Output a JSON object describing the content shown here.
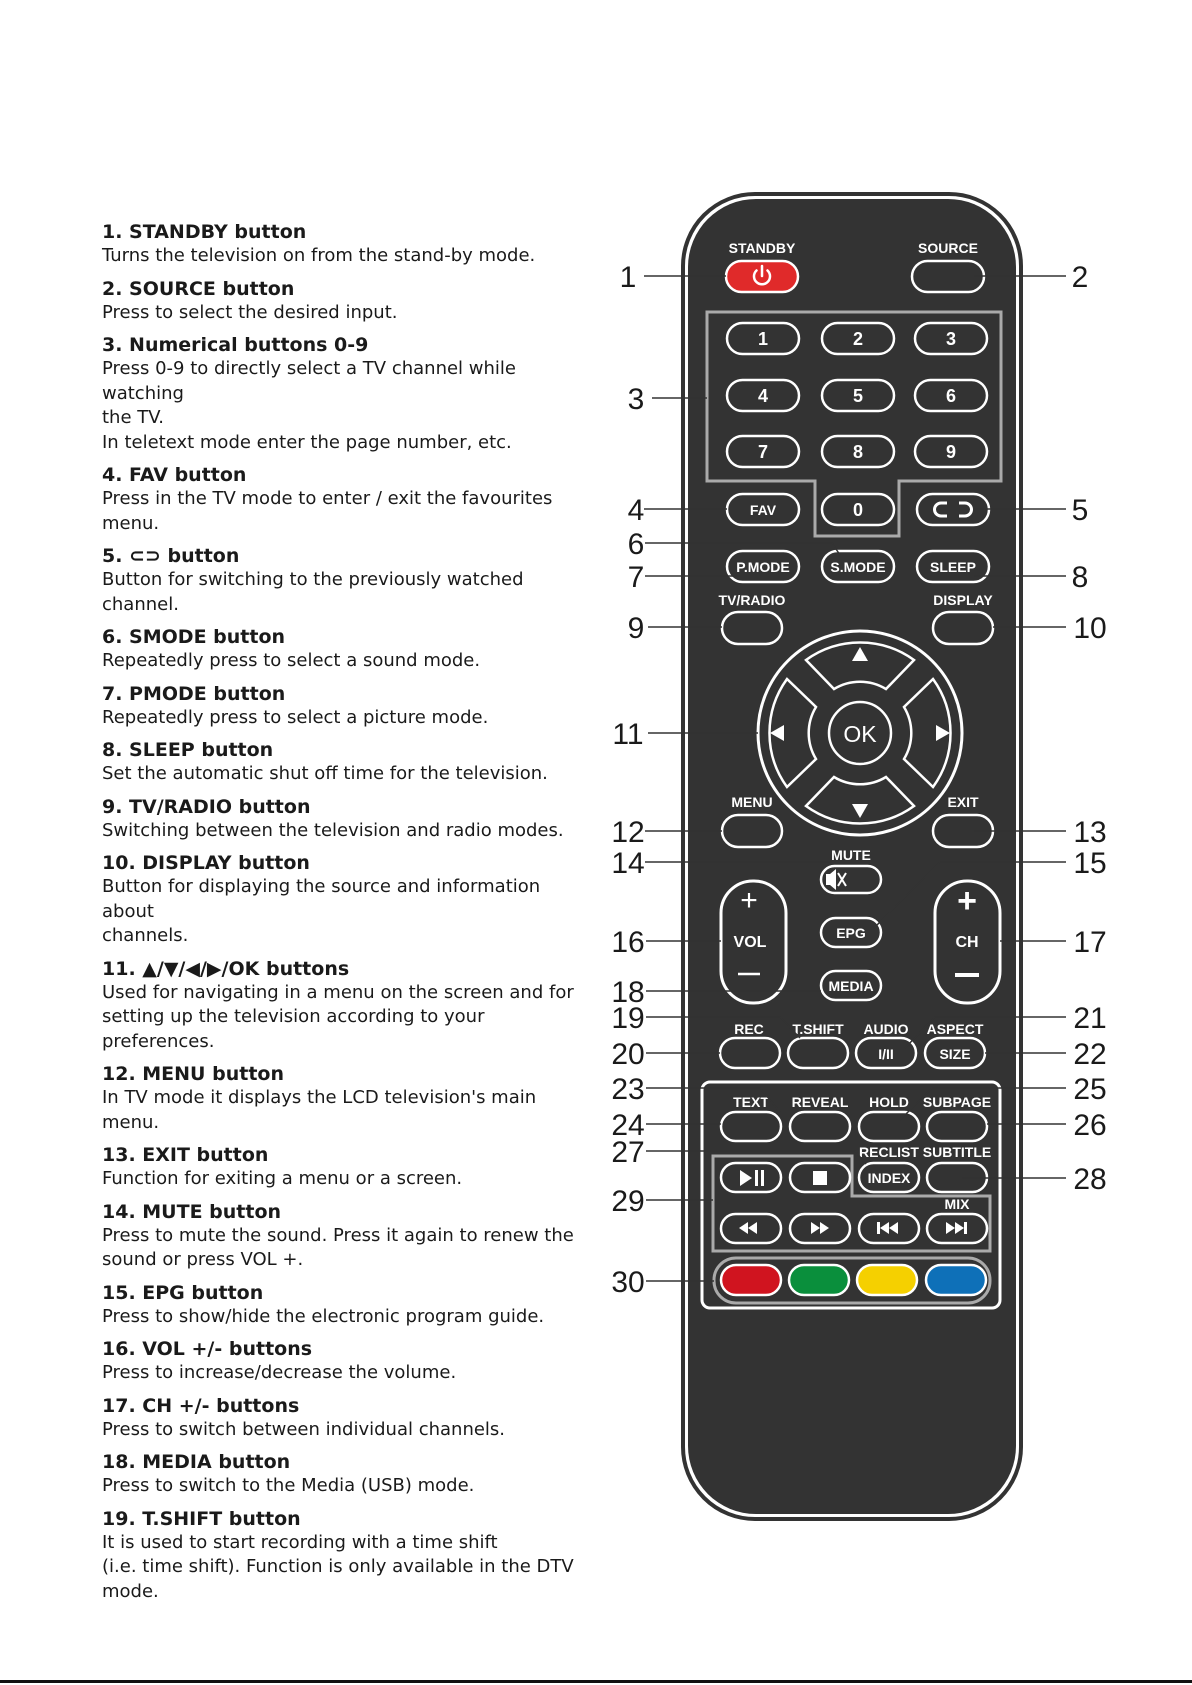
{
  "items": [
    {
      "title": "1. STANDBY button",
      "desc": "Turns the television on from the stand-by mode."
    },
    {
      "title": "2. SOURCE button",
      "desc": "Press to select the desired input."
    },
    {
      "title": "3. Numerical buttons 0-9",
      "desc": "Press 0-9 to directly select a TV channel while watching\nthe TV.\nIn teletext mode enter the page number, etc."
    },
    {
      "title": "4. FAV button",
      "desc": "Press in the TV mode to enter / exit the favourites\nmenu."
    },
    {
      "title": "5. ⊂⊃ button",
      "desc": "Button for switching to the previously watched\nchannel."
    },
    {
      "title": "6. SMODE button",
      "desc": "Repeatedly press to select a sound mode."
    },
    {
      "title": "7. PMODE button",
      "desc": "Repeatedly press to select a picture mode."
    },
    {
      "title": "8. SLEEP button",
      "desc": "Set the automatic shut off time for the television."
    },
    {
      "title": "9. TV/RADIO button",
      "desc": "Switching between the television and radio modes."
    },
    {
      "title": "10. DISPLAY button",
      "desc": "Button for displaying the source and information about\nchannels."
    },
    {
      "title": "11. ▲/▼/◀/▶/OK buttons",
      "desc": "Used for navigating in a menu on the screen and for\nsetting up the television according to your preferences."
    },
    {
      "title": "12. MENU button",
      "desc": "In TV mode it displays the LCD television's main menu."
    },
    {
      "title": "13. EXIT button",
      "desc": "Function for exiting a menu or a screen."
    },
    {
      "title": "14. MUTE button",
      "desc": "Press to mute the sound. Press it again to renew the\nsound or press VOL +."
    },
    {
      "title": "15. EPG button",
      "desc": "Press to show/hide the electronic program guide."
    },
    {
      "title": "16. VOL +/- buttons",
      "desc": "Press to increase/decrease the volume."
    },
    {
      "title": "17. CH +/- buttons",
      "desc": "Press to switch between individual channels."
    },
    {
      "title": "18. MEDIA button",
      "desc": "Press to switch to the Media (USB) mode."
    },
    {
      "title": "19. T.SHIFT button",
      "desc": "It is used to start recording with a time shift\n(i.e. time shift). Function is only available in the DTV\nmode."
    }
  ],
  "remote": {
    "labels": {
      "standby": "STANDBY",
      "source": "SOURCE",
      "tv_radio": "TV/RADIO",
      "display": "DISPLAY",
      "menu": "MENU",
      "exit": "EXIT",
      "mute": "MUTE",
      "vol": "VOL",
      "ch": "CH",
      "rec": "REC",
      "tshift": "T.SHIFT",
      "audio": "AUDIO",
      "aspect": "ASPECT",
      "text": "TEXT",
      "reveal": "REVEAL",
      "hold": "HOLD",
      "subpage": "SUBPAGE",
      "reclist": "RECLIST",
      "subtitle": "SUBTITLE",
      "mix": "MIX"
    },
    "buttons": {
      "n1": "1",
      "n2": "2",
      "n3": "3",
      "n4": "4",
      "n5": "5",
      "n6": "6",
      "n7": "7",
      "n8": "8",
      "n9": "9",
      "n0": "0",
      "fav": "FAV",
      "pmode": "P.MODE",
      "smode": "S.MODE",
      "sleep": "SLEEP",
      "ok": "OK",
      "epg": "EPG",
      "media": "MEDIA",
      "audio_btn": "I/II",
      "size": "SIZE",
      "index": "INDEX",
      "plus": "+",
      "minus": "—"
    },
    "callouts": [
      "1",
      "2",
      "3",
      "4",
      "5",
      "6",
      "7",
      "8",
      "9",
      "10",
      "11",
      "12",
      "13",
      "14",
      "15",
      "16",
      "17",
      "18",
      "19",
      "20",
      "21",
      "22",
      "23",
      "24",
      "25",
      "26",
      "27",
      "28",
      "29",
      "30"
    ],
    "colors": {
      "body": "#333333",
      "red_key": "#d0141f",
      "green_key": "#0a8f3c",
      "yellow_key": "#f5d000",
      "blue_key": "#0e70b8",
      "standby_key": "#e02a2a"
    }
  }
}
